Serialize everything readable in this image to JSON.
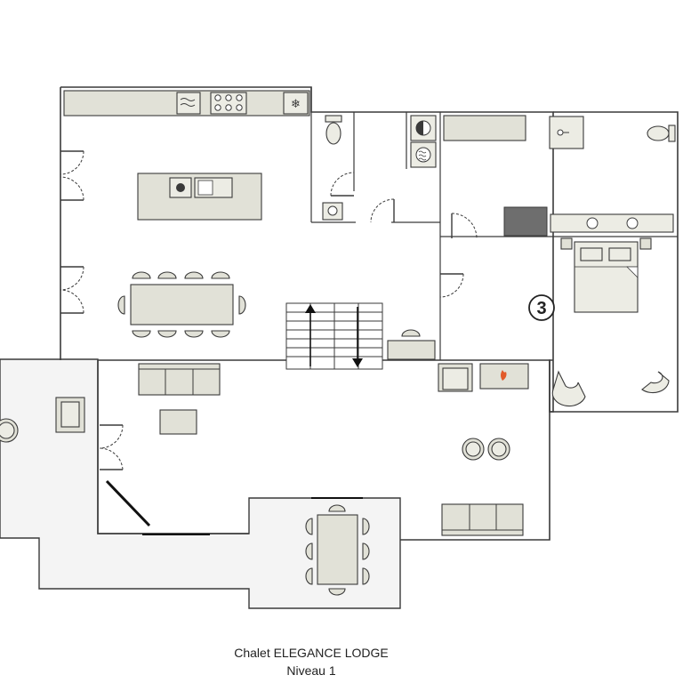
{
  "caption": {
    "title": "Chalet ELEGANCE LODGE",
    "subtitle": "Niveau 1"
  },
  "room_labels": {
    "bedroom_number": "3"
  }
}
